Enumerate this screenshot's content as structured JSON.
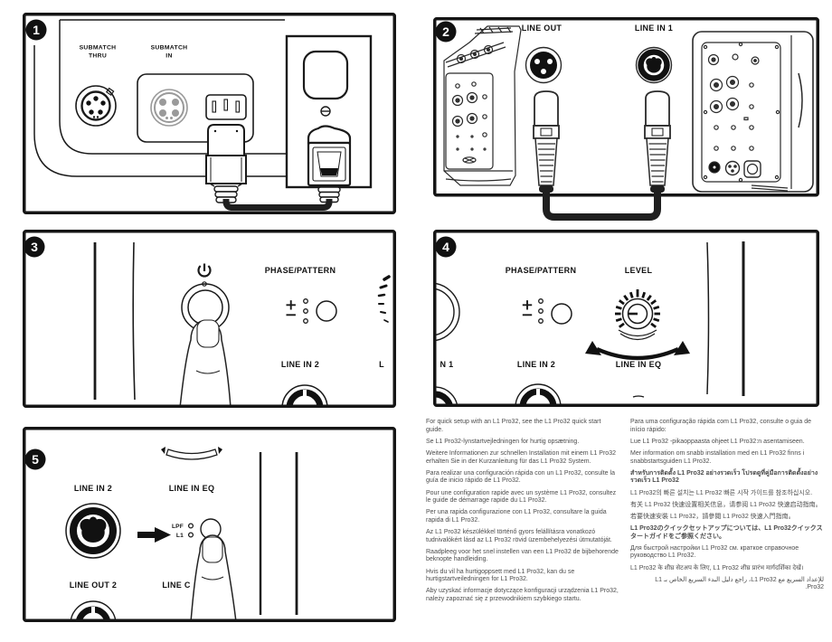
{
  "panels": {
    "p1": {
      "num": "1",
      "submatch": "SUBMATCH",
      "thru": "THRU",
      "submatch2": "SUBMATCH",
      "in_label": "IN"
    },
    "p2": {
      "num": "2",
      "line_out": "LINE OUT",
      "line_in_1": "LINE IN 1"
    },
    "p3": {
      "num": "3",
      "phase_pattern": "PHASE/PATTERN",
      "line_in_2": "LINE IN 2",
      "l_partial": "L"
    },
    "p4": {
      "num": "4",
      "phase_pattern": "PHASE/PATTERN",
      "level": "LEVEL",
      "n1": "N 1",
      "line_in_2": "LINE IN 2",
      "line_in_eq": "LINE IN EQ"
    },
    "p5": {
      "num": "5",
      "line_in_2": "LINE IN 2",
      "line_in_eq": "LINE IN EQ",
      "lpf": "LPF",
      "l1": "L1",
      "line_out_2": "LINE OUT 2",
      "line_c": "LINE C"
    }
  },
  "icons": {
    "power": "power-icon",
    "rotate": "rotate-arrows-icon",
    "arrow_right": "arrow-right-icon"
  },
  "colors": {
    "ink": "#1a1a1a",
    "text_gray": "#4c4c4c",
    "connector_gray": "#9a9a9a"
  },
  "instructions": {
    "left": [
      "For quick setup with an L1 Pro32, see the L1 Pro32 quick start guide.",
      "Se L1 Pro32-lynstartvejledningen for hurtig opsætning.",
      "Weitere Informationen zur schnellen Installation mit einem L1 Pro32 erhalten Sie in der Kurzanleitung für das L1 Pro32 System.",
      "Para realizar una configuración rápida con un L1 Pro32, consulte la guía de inicio rápido de L1 Pro32.",
      "Pour une configuration rapide avec un système L1 Pro32, consultez le guide de démarrage rapide du L1 Pro32.",
      "Per una rapida configurazione con L1 Pro32, consultare la guida rapida di L1 Pro32.",
      "Az L1 Pro32 készülékkel történő gyors felállításra vonatkozó tudnivalókért lásd az L1 Pro32 rövid üzembehelyezési útmutatóját.",
      "Raadpleeg voor het snel instellen van een L1 Pro32 de bijbehorende beknopte handleiding.",
      "Hvis du vil ha hurtigoppsett med L1 Pro32, kan du se hurtigstartveiledningen for L1 Pro32.",
      "Aby uzyskać informacje dotyczące konfiguracji urządzenia L1 Pro32, należy zapoznać się z przewodnikiem szybkiego startu."
    ],
    "right": [
      "Para uma configuração rápida com L1 Pro32, consulte o guia de início rápido:",
      "Lue L1 Pro32 -pikaoppaasta ohjeet L1 Pro32:n asentamiseen.",
      "Mer information om snabb installation med en L1 Pro32 finns i snabbstartsguiden L1 Pro32.",
      "สำหรับการติดตั้ง L1 Pro32 อย่างรวดเร็ว โปรดดูที่คู่มือการติดตั้งอย่างรวดเร็ว L1 Pro32",
      "L1 Pro32의 빠른 설치는 L1 Pro32 빠른 시작 가이드를 참조하십시오.",
      "有关 L1 Pro32 快速设置相关信息，请参阅 L1 Pro32 快速启动指南。",
      "若要快速安裝 L1 Pro32，請參閱 L1 Pro32 快速入門指南。",
      "L1 Pro32のクイックセットアップについては、L1 Pro32クイックスタートガイドをご参照ください。",
      "Для быстрой настройки L1 Pro32 см. краткое справочное руководство L1 Pro32.",
      "L1 Pro32 के शीघ्र सेटअप के लिए, L1 Pro32 शीघ्र प्रारंभ मार्गदर्शिका देखें।",
      "للإعداد السريع مع L1 Pro32، راجع دليل البدء السريع الخاص بـ L1 Pro32."
    ]
  }
}
